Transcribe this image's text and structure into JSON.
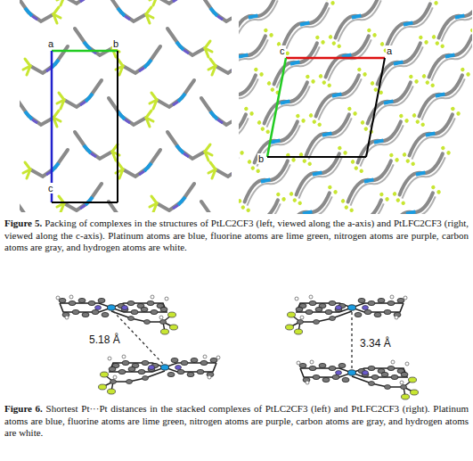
{
  "diagram": {
    "labels": [
      "a",
      "b",
      "c",
      "c",
      "a",
      "b",
      "Figure 5. Packing of complexes in the structures of PtLC2CF3 (left, viewed along the a-axis) and PtLFC2CF3 (right, viewed along the c-axis). Platinum atoms are blue, fluorine atoms are lime green, nitrogen atoms are purple, carbon atoms are gray, and hydrogen atoms are white.",
      "5.18 Å",
      "3.34 Å",
      "Figure 6. Shortest Pt···Pt distances in the stacked complexes of PtLC2CF3 (left) and PtLFC2CF3 (right). Platinum atoms are blue, fluorine atoms are lime green, nitrogen atoms are purple, carbon atoms are gray, and hydrogen atoms are white."
    ]
  }
}
